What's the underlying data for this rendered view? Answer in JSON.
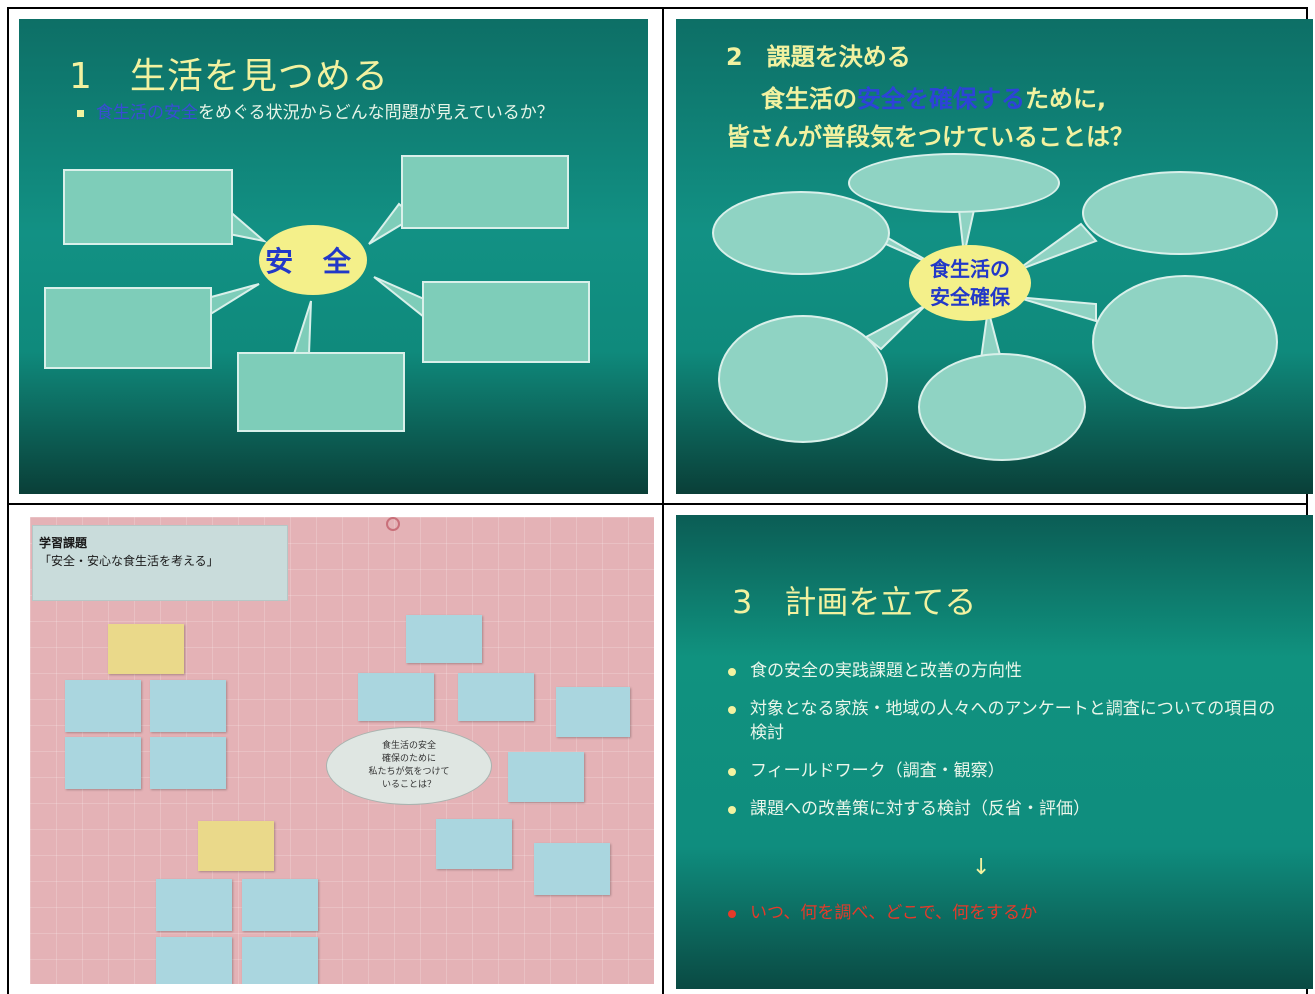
{
  "slide1": {
    "title": "1　生活を見つめる",
    "bullet_highlight": "食生活の安全",
    "bullet_rest": "をめぐる状況からどんな問題が見えているか？",
    "center": "安 全"
  },
  "slide2": {
    "title_line1": "2　課題を決める",
    "title_line2_pre": "食生活の",
    "title_line2_hl": "安全を確保する",
    "title_line2_post": "ために,",
    "title_line3": "皆さんが普段気をつけていることは？",
    "center_line1": "食生活の",
    "center_line2": "安全確保"
  },
  "photo": {
    "label_line1": "学習課題",
    "label_line2": "「安全・安心な食生活を考える」",
    "center_line1": "食生活の安全",
    "center_line2": "確保のために",
    "center_line3": "私たちが気をつけて",
    "center_line4": "いることは？"
  },
  "slide3": {
    "title": "3　計画を立てる",
    "items": [
      "食の安全の実践課題と改善の方向性",
      "対象となる家族・地域の人々へのアンケートと調査についての項目の検討",
      "フィールドワーク（調査・観察）",
      "課題への改善策に対する検討（反省・評価）"
    ],
    "arrow": "↓",
    "red_item": "いつ、何を調べ、どこで、何をするか"
  }
}
